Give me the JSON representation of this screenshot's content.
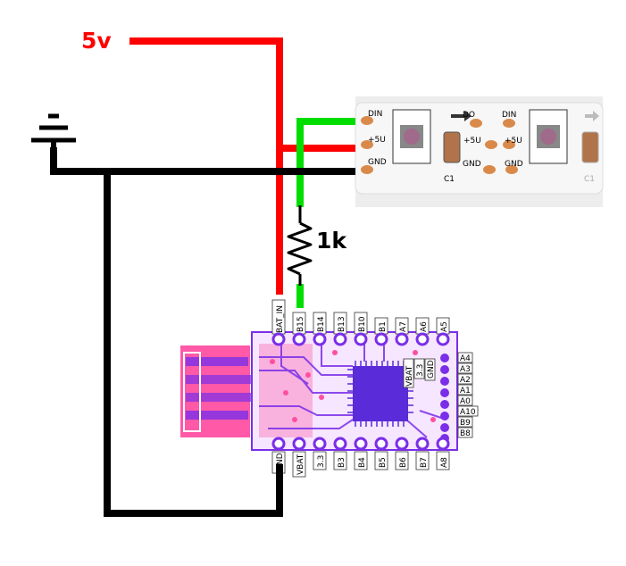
{
  "labels": {
    "supply": "5v",
    "resistor": "1k"
  },
  "strip": {
    "pins_left": [
      "DIN",
      "+5U",
      "GND"
    ],
    "pins_mid": [
      "DO",
      "+5U",
      "GND"
    ],
    "pins_right": [
      "DIN",
      "+5U",
      "GND"
    ],
    "cap1": "C1",
    "cap2": "C1"
  },
  "board": {
    "top_pins": [
      "BAT_IN",
      "B15",
      "B14",
      "B13",
      "B10",
      "B1",
      "A7",
      "A6",
      "A5"
    ],
    "bottom_pins": [
      "GND",
      "VBAT",
      "3.3",
      "B3",
      "B4",
      "B5",
      "B6",
      "B7",
      "A8"
    ],
    "right_pins": [
      "A4",
      "A3",
      "A2",
      "A1",
      "A0",
      "A10",
      "B9",
      "B8"
    ],
    "inner_labels": [
      "VBAT",
      "3.3",
      "GND"
    ]
  },
  "colors": {
    "power": "#ff0000",
    "ground": "#000000",
    "data": "#00dd00",
    "board_purple": "#7a2ee8",
    "board_pink": "#ff4fa0",
    "strip_pad": "#d98a4a"
  }
}
